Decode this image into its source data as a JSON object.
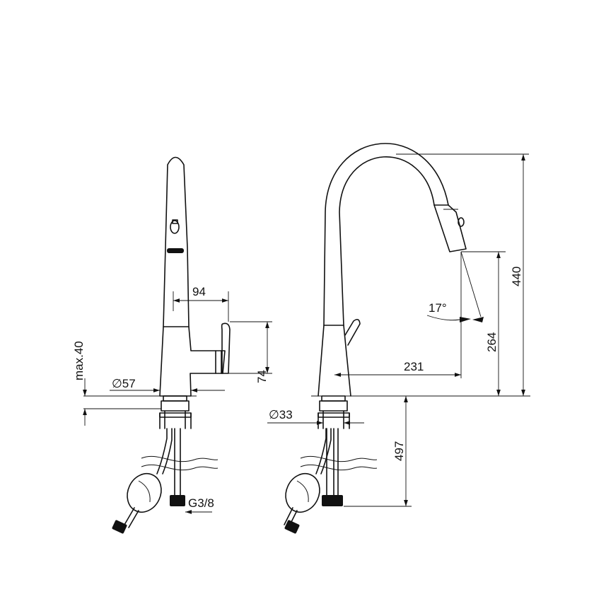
{
  "labels": {
    "side_width": "94",
    "side_max": "max.40",
    "side_base_dia": "∅57",
    "side_lever_height": "74",
    "side_connection": "G3/8",
    "front_angle": "17°",
    "front_reach": "231",
    "front_spout_height": "264",
    "front_total_height": "440",
    "front_hole_dia": "∅33",
    "front_below_deck": "497"
  }
}
